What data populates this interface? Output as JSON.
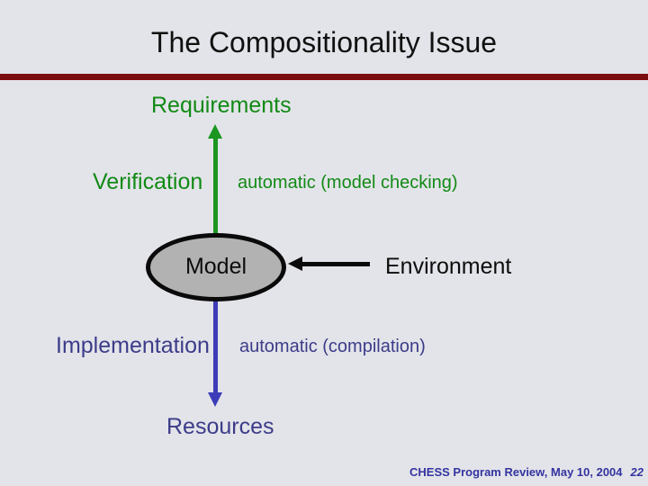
{
  "slide": {
    "title": "The Compositionality Issue",
    "diagram": {
      "requirements_label": "Requirements",
      "verification_label": "Verification",
      "verification_note": "automatic (model checking)",
      "model_label": "Model",
      "environment_label": "Environment",
      "implementation_label": "Implementation",
      "implementation_note": "automatic (compilation)",
      "resources_label": "Resources"
    },
    "footer": {
      "text": "CHESS Program Review, May 10, 2004",
      "page_number": "22"
    },
    "colors": {
      "background": "#e3e4e9",
      "title_rule": "#7a0d10",
      "green": "#128a16",
      "green_arrow": "#1a9621",
      "blue_text": "#3c3c8a",
      "blue_arrow": "#3c3cb8",
      "footer_blue": "#3434a0",
      "ellipse_fill": "#b2b2b2"
    }
  }
}
